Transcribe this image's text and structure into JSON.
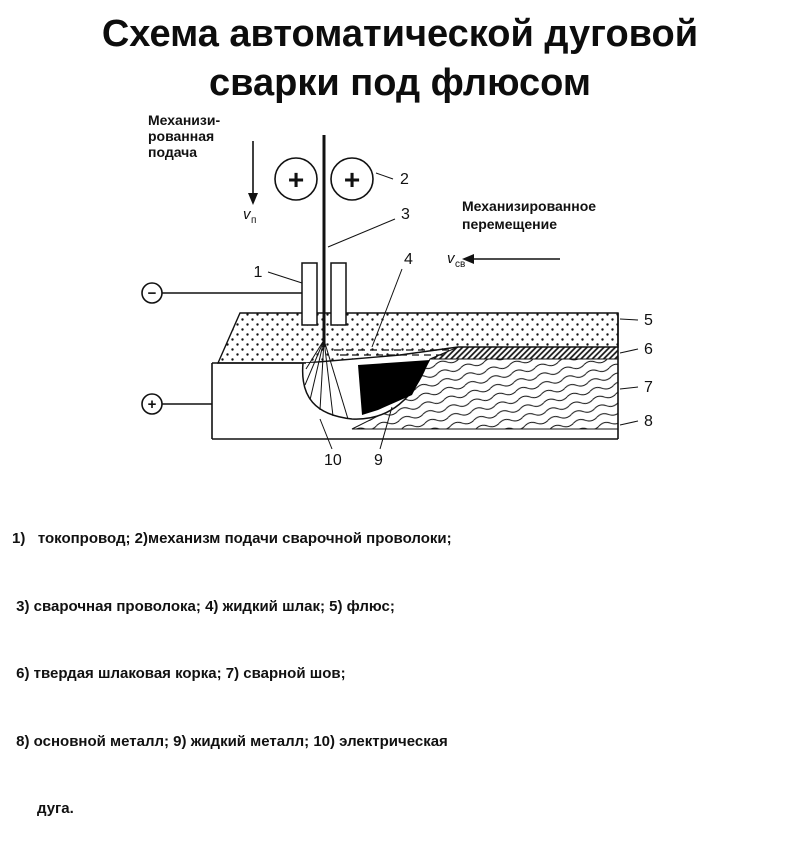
{
  "title": {
    "line1": "Схема автоматической дуговой",
    "line2": "сварки под флюсом"
  },
  "diagram": {
    "labels": {
      "feed1": "Механизи-",
      "feed2": "рованная",
      "feed3": "подача",
      "v_feed_main": "v",
      "v_feed_sub": "п",
      "move1": "Механизированное",
      "move2": "перемещение",
      "v_weld_main": "v",
      "v_weld_sub": "св",
      "minus_terminal": "−",
      "plus_terminal": "+",
      "roller_plus": "+"
    },
    "callouts": {
      "c1": "1",
      "c2": "2",
      "c3": "3",
      "c4": "4",
      "c5": "5",
      "c6": "6",
      "c7": "7",
      "c8": "8",
      "c9": "9",
      "c10": "10"
    },
    "colors": {
      "ink": "#111111",
      "liquid_metal": "#000000"
    }
  },
  "legend": {
    "lines": [
      "1)   токопровод; 2)механизм подачи сварочной проволоки;",
      " 3) сварочная проволока; 4) жидкий шлак; 5) флюс;",
      " 6) твердая шлаковая корка; 7) сварной шов;",
      " 8) основной металл; 9) жидкий металл; 10) электрическая",
      "      дуга."
    ]
  }
}
